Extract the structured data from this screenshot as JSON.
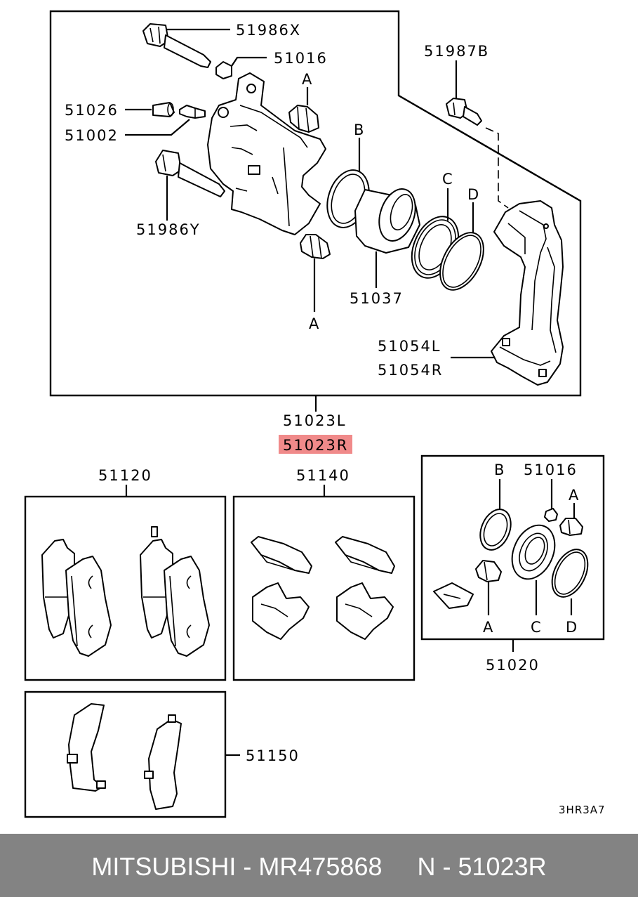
{
  "labels": {
    "p51986x": "51986X",
    "p51016_top": "51016",
    "pA_top": "A",
    "p51987b": "51987B",
    "p51026": "51026",
    "p51002": "51002",
    "pB_top": "B",
    "pC_top": "C",
    "pD_top": "D",
    "p51986y": "51986Y",
    "p51037": "51037",
    "pA_bottom": "A",
    "p51054l": "51054L",
    "p51054r": "51054R",
    "p51023l": "51023L",
    "p51023r": "51023R",
    "p51120": "51120",
    "p51140": "51140",
    "kit_b": "B",
    "kit_51016": "51016",
    "kit_a_top": "A",
    "kit_a_bottom": "A",
    "kit_c": "C",
    "kit_d": "D",
    "p51020": "51020",
    "p51150": "51150"
  },
  "diagram_code": "3HR3A7",
  "footer": {
    "text": "MITSUBISHI - MR475868     N - 51023R"
  },
  "colors": {
    "highlight": "#f08a8a",
    "footer_bg": "#838383",
    "footer_text": "#ffffff"
  }
}
